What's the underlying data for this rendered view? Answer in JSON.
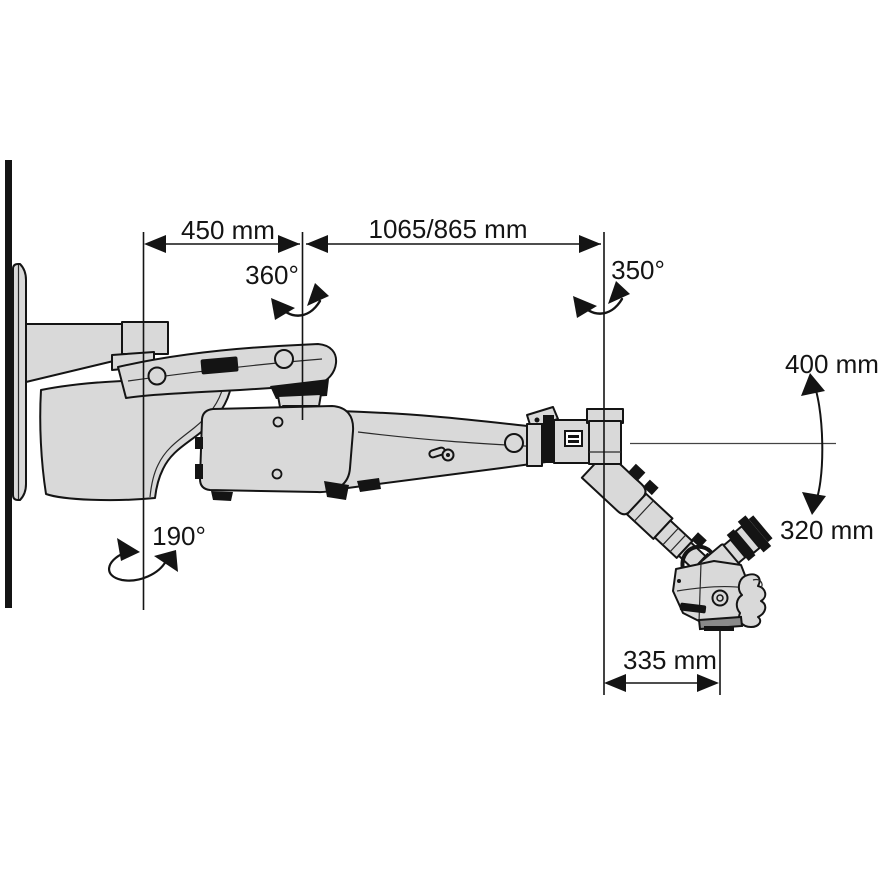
{
  "diagram": {
    "description": "Side-view dimensional drawing of a wall-mounted surgical microscope support arm",
    "colors": {
      "outline": "#141414",
      "fill_light": "#d9d9d9",
      "fill_dark_gray": "#8a8a8a",
      "background": "#ffffff"
    },
    "dimensions": {
      "d450": "450 mm",
      "d1065": "1065/865 mm",
      "d400": "400 mm",
      "d320": "320 mm",
      "d335": "335 mm"
    },
    "angles": {
      "a360": "360°",
      "a350": "350°",
      "a190": "190°"
    }
  }
}
